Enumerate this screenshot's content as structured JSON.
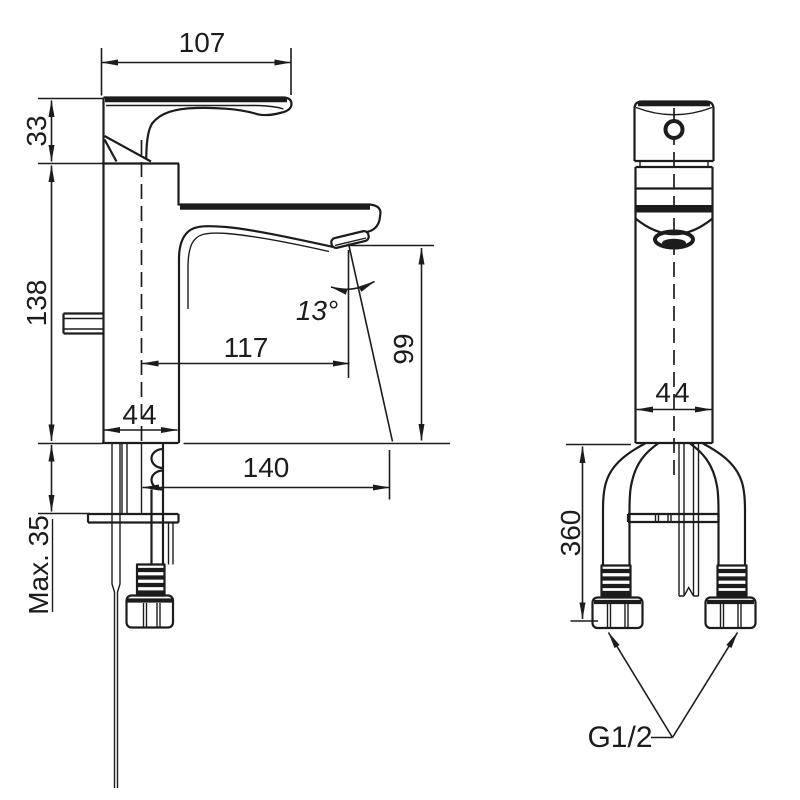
{
  "colors": {
    "background": "#ffffff",
    "line": "#1c1c1c"
  },
  "dimensions": {
    "spout_top_width": "107",
    "handle_height": "33",
    "body_height": "138",
    "spout_reach": "117",
    "base_width_side": "44",
    "outlet_height": "99",
    "overall_reach": "140",
    "max_deck_thickness": "Max. 35",
    "spout_angle": "13°",
    "body_width_front": "44",
    "hose_length": "360",
    "connection_thread": "G1/2"
  }
}
